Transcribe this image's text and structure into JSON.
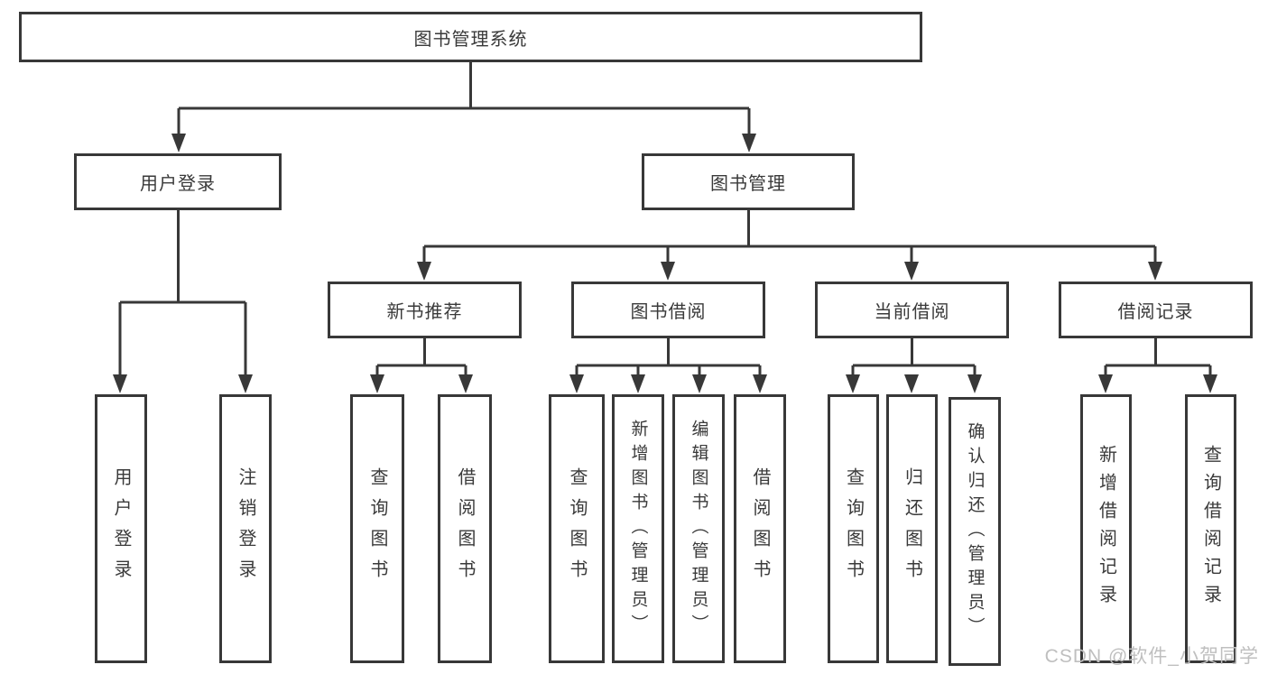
{
  "diagram": {
    "root": {
      "label": "图书管理系统"
    },
    "branches": [
      {
        "label": "用户登录",
        "children": [
          {
            "label": "用户登录"
          },
          {
            "label": "注销登录"
          }
        ]
      },
      {
        "label": "图书管理",
        "children": [
          {
            "label": "新书推荐",
            "children": [
              {
                "label": "查询图书"
              },
              {
                "label": "借阅图书"
              }
            ]
          },
          {
            "label": "图书借阅",
            "children": [
              {
                "label": "查询图书"
              },
              {
                "label": "新增图书（管理员）"
              },
              {
                "label": "编辑图书（管理员）"
              },
              {
                "label": "借阅图书"
              }
            ]
          },
          {
            "label": "当前借阅",
            "children": [
              {
                "label": "查询图书"
              },
              {
                "label": "归还图书"
              },
              {
                "label": "确认归还（管理员）"
              }
            ]
          },
          {
            "label": "借阅记录",
            "children": [
              {
                "label": "新增借阅记录"
              },
              {
                "label": "查询借阅记录"
              }
            ]
          }
        ]
      }
    ]
  },
  "watermark": {
    "text": "CSDN @软件_小贺同学"
  },
  "colors": {
    "line": "#383838",
    "text": "#3a3a3a",
    "watermark": "#bfbfbf",
    "background": "#ffffff"
  }
}
